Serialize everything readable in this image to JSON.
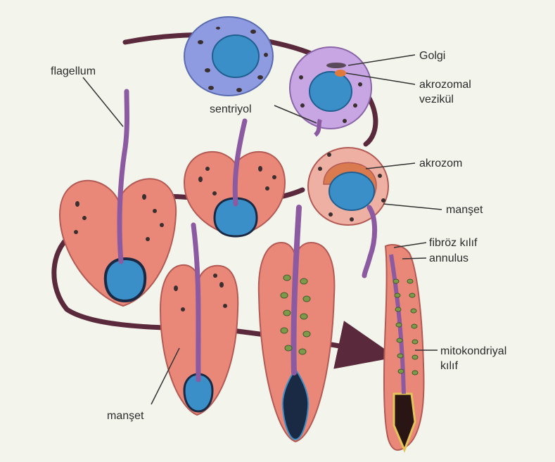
{
  "labels": {
    "flagellum": "flagellum",
    "sentriyol": "sentriyol",
    "golgi": "Golgi",
    "akrozomal_line1": "akrozomal",
    "akrozomal_line2": "vezikül",
    "akrozom": "akrozom",
    "manset_right": "manşet",
    "fibroz_kilif": "fibröz kılıf",
    "annulus": "annulus",
    "mitokondriyal_line1": "mitokondriyal",
    "mitokondriyal_line2": "kılıf",
    "manset_bottom": "manşet"
  },
  "colors": {
    "background": "#f3f4ec",
    "path": "#5a2a3c",
    "cell_pink": "#e98878",
    "cell_outline": "#b35a55",
    "nucleus_blue": "#3b8fc8",
    "nucleus_dark": "#1a2a45",
    "flagellum": "#8c5aa0",
    "spermatocyte_blue": "#8f9be0",
    "spermatid_lilac": "#c8a6e3",
    "mitochondria_green": "#7d9a4a",
    "granule": "#3a2f2f"
  }
}
